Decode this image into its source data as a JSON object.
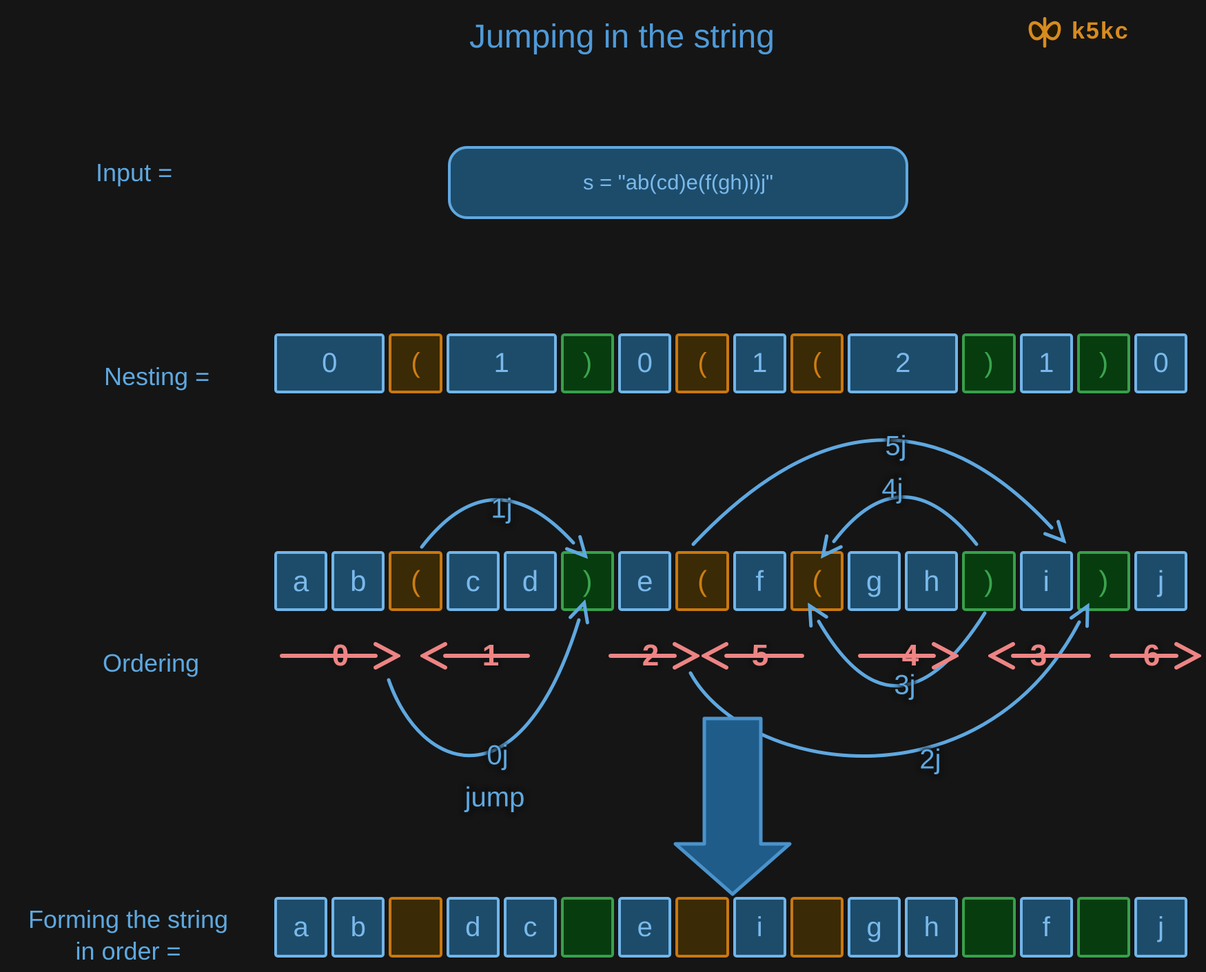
{
  "title": "Jumping in the string",
  "logo": {
    "icon": "butterfly-icon",
    "text": "k5kc"
  },
  "input": {
    "label": "Input =",
    "value": "s = \"ab(cd)e(f(gh)i)j\""
  },
  "nesting": {
    "label": "Nesting =",
    "cells": [
      {
        "value": "0",
        "type": "num",
        "span": 2
      },
      {
        "value": "(",
        "type": "open",
        "span": 1
      },
      {
        "value": "1",
        "type": "num",
        "span": 2
      },
      {
        "value": ")",
        "type": "close",
        "span": 1
      },
      {
        "value": "0",
        "type": "num",
        "span": 1
      },
      {
        "value": "(",
        "type": "open",
        "span": 1
      },
      {
        "value": "1",
        "type": "num",
        "span": 1
      },
      {
        "value": "(",
        "type": "open",
        "span": 1
      },
      {
        "value": "2",
        "type": "num",
        "span": 2
      },
      {
        "value": ")",
        "type": "close",
        "span": 1
      },
      {
        "value": "1",
        "type": "num",
        "span": 1
      },
      {
        "value": ")",
        "type": "close",
        "span": 1
      },
      {
        "value": "0",
        "type": "num",
        "span": 1
      }
    ]
  },
  "string_row": {
    "cells": [
      {
        "value": "a",
        "type": "char"
      },
      {
        "value": "b",
        "type": "char"
      },
      {
        "value": "(",
        "type": "open"
      },
      {
        "value": "c",
        "type": "char"
      },
      {
        "value": "d",
        "type": "char"
      },
      {
        "value": ")",
        "type": "close"
      },
      {
        "value": "e",
        "type": "char"
      },
      {
        "value": "(",
        "type": "open"
      },
      {
        "value": "f",
        "type": "char"
      },
      {
        "value": "(",
        "type": "open"
      },
      {
        "value": "g",
        "type": "char"
      },
      {
        "value": "h",
        "type": "char"
      },
      {
        "value": ")",
        "type": "close"
      },
      {
        "value": "i",
        "type": "char"
      },
      {
        "value": ")",
        "type": "close"
      },
      {
        "value": "j",
        "type": "char"
      }
    ]
  },
  "ordering": {
    "label": "Ordering",
    "arrows": [
      {
        "label": "0",
        "direction": "right"
      },
      {
        "label": "1",
        "direction": "left"
      },
      {
        "label": "2",
        "direction": "right"
      },
      {
        "label": "5",
        "direction": "left"
      },
      {
        "label": "4",
        "direction": "right"
      },
      {
        "label": "3",
        "direction": "left"
      },
      {
        "label": "6",
        "direction": "right"
      }
    ]
  },
  "jumps": {
    "word": "jump",
    "labels": [
      "0j",
      "1j",
      "2j",
      "3j",
      "4j",
      "5j"
    ]
  },
  "result": {
    "label_line1": "Forming the string",
    "label_line2": "in order =",
    "cells": [
      {
        "value": "a",
        "type": "char"
      },
      {
        "value": "b",
        "type": "char"
      },
      {
        "value": "",
        "type": "open"
      },
      {
        "value": "d",
        "type": "char"
      },
      {
        "value": "c",
        "type": "char"
      },
      {
        "value": "",
        "type": "close"
      },
      {
        "value": "e",
        "type": "char"
      },
      {
        "value": "",
        "type": "open"
      },
      {
        "value": "i",
        "type": "char"
      },
      {
        "value": "",
        "type": "open"
      },
      {
        "value": "g",
        "type": "char"
      },
      {
        "value": "h",
        "type": "char"
      },
      {
        "value": "",
        "type": "close"
      },
      {
        "value": "f",
        "type": "char"
      },
      {
        "value": "",
        "type": "close"
      },
      {
        "value": "j",
        "type": "char"
      }
    ]
  },
  "colors": {
    "background": "#151515",
    "blue_accent": "#5fa8e0",
    "title_blue": "#4f9ad8",
    "cell_blue_fill": "#1d4c6b",
    "cell_blue_border": "#72b5e8",
    "orange": "#c9780f",
    "orange_fill": "#3a2a06",
    "green": "#38a04b",
    "green_fill": "#073c0f",
    "pink_arrow": "#ee8484",
    "big_arrow_fill": "#1f5c8a",
    "logo_orange": "#d78b1f"
  }
}
